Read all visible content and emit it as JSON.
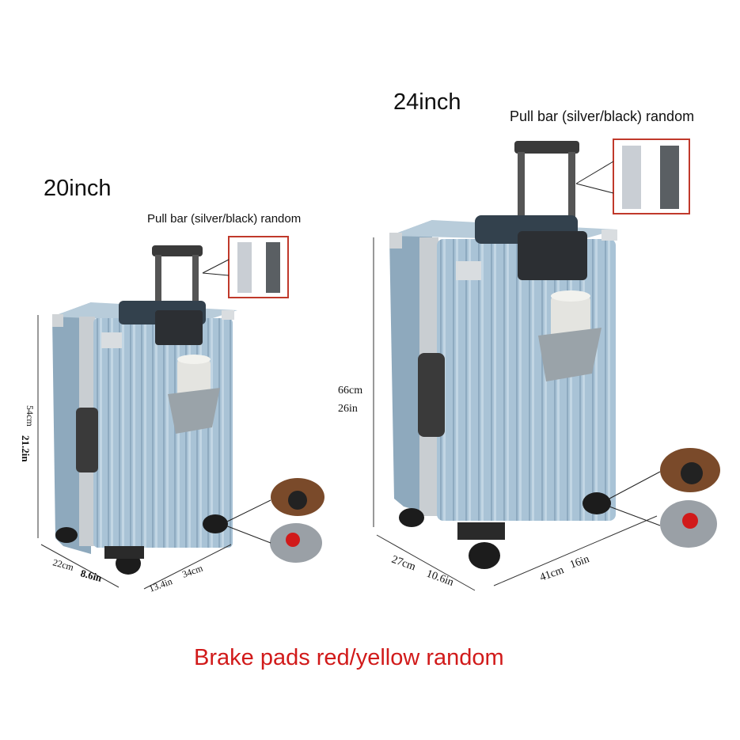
{
  "products": {
    "small": {
      "size_label": "20inch",
      "pull_bar_note": "Pull bar (silver/black) random",
      "height_cm": "54cm",
      "height_in": "21.2in",
      "depth_cm": "22cm",
      "depth_in": "8.6in",
      "width_in": "13.4in",
      "width_cm": "34cm"
    },
    "large": {
      "size_label": "24inch",
      "pull_bar_note": "Pull bar (silver/black) random",
      "height_cm": "66cm",
      "height_in": "26in",
      "depth_cm": "27cm",
      "depth_in": "10.6in",
      "width_cm": "41cm",
      "width_in": "16in"
    }
  },
  "footer_note": "Brake pads red/yellow random",
  "colors": {
    "shell": "#a9c3d6",
    "frame": "#c9ced2",
    "note_red": "#d11a1a",
    "callout_border": "#c0392b"
  }
}
